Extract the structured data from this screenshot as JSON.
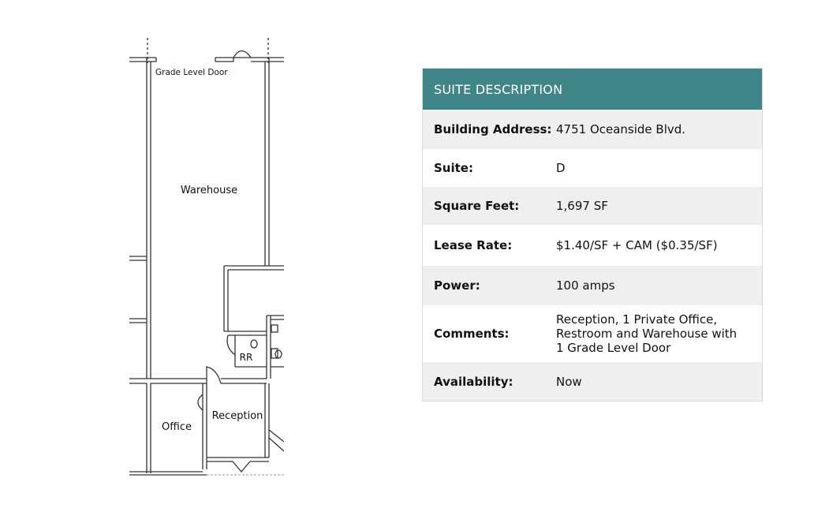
{
  "floor_plan": {
    "rooms": {
      "grade_level_door": "Grade Level Door",
      "warehouse": "Warehouse",
      "restroom": "RR",
      "office": "Office",
      "reception": "Reception"
    },
    "colors": {
      "line": "#333333",
      "dashed": "#999999"
    }
  },
  "suite_description": {
    "title": "SUITE DESCRIPTION",
    "header_color": "#408587",
    "rows": [
      {
        "label": "Building Address:",
        "value": "4751 Oceanside Blvd."
      },
      {
        "label": "Suite:",
        "value": "D"
      },
      {
        "label": "Square Feet:",
        "value": "1,697 SF"
      },
      {
        "label": "Lease Rate:",
        "value": "$1.40/SF + CAM ($0.35/SF)"
      },
      {
        "label": "Power:",
        "value": "100 amps"
      },
      {
        "label": "Comments:",
        "value": "Reception, 1 Private Office,\nRestroom and Warehouse with\n1 Grade Level Door"
      },
      {
        "label": "Availability:",
        "value": "Now"
      }
    ]
  }
}
